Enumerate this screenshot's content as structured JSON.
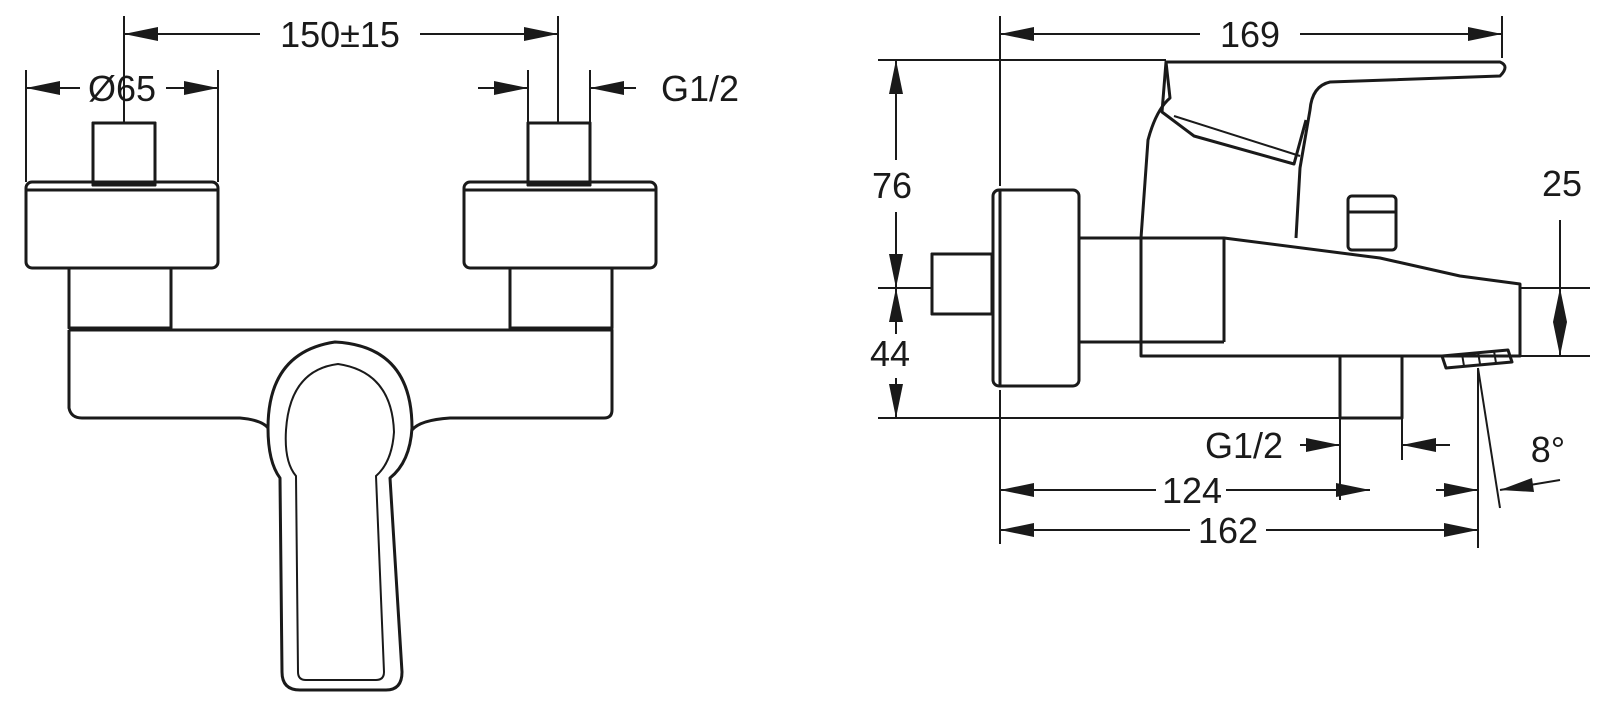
{
  "front_view": {
    "dim_center_distance": "150±15",
    "dim_cover_diameter": "Ø65",
    "dim_thread": "G1/2"
  },
  "side_view": {
    "dim_total_length": "169",
    "dim_height_upper": "76",
    "dim_height_lower": "44",
    "dim_spout_height": "25",
    "dim_outlet_thread": "G1/2",
    "dim_outlet_distance": "124",
    "dim_spout_length": "162",
    "dim_angle": "8°"
  }
}
